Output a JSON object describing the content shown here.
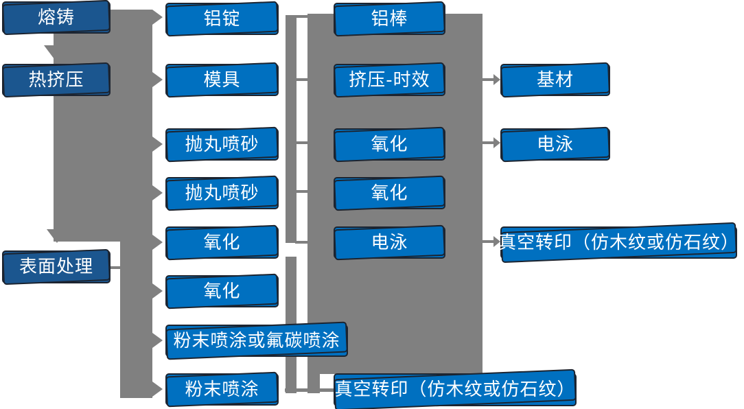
{
  "diagram_title": "",
  "colors": {
    "primary_box": "#0070C0",
    "dark_box": "#1B568F",
    "box_border": "#1C2430",
    "connector_gray": "#808080",
    "text": "#FFFFFF",
    "canvas_bg": "#FFFFFF"
  },
  "nodes": {
    "melting_casting": {
      "label": "熔铸"
    },
    "hot_extrusion": {
      "label": "热挤压"
    },
    "surface_treatment": {
      "label": "表面处理"
    },
    "aluminum_ingot": {
      "label": "铝锭"
    },
    "mold": {
      "label": "模具"
    },
    "shot_blasting_1": {
      "label": "抛丸喷砂"
    },
    "shot_blasting_2": {
      "label": "抛丸喷砂"
    },
    "oxidation_1": {
      "label": "氧化"
    },
    "oxidation_2": {
      "label": "氧化"
    },
    "powder_or_fluorocarbon": {
      "label": "粉末喷涂或氟碳喷涂"
    },
    "powder_coating": {
      "label": "粉末喷涂"
    },
    "aluminum_rod": {
      "label": "铝棒"
    },
    "extrusion_aging": {
      "label": "挤压-时效"
    },
    "oxidation_3": {
      "label": "氧化"
    },
    "oxidation_4": {
      "label": "氧化"
    },
    "electrophoresis_1": {
      "label": "电泳"
    },
    "vacuum_transfer_bottom": {
      "label": "真空转印（仿木纹或仿石纹）"
    },
    "base_material": {
      "label": "基材"
    },
    "electrophoresis_2": {
      "label": "电泳"
    },
    "vacuum_transfer_right": {
      "label": "真空转印（仿木纹或仿石纹）"
    }
  }
}
